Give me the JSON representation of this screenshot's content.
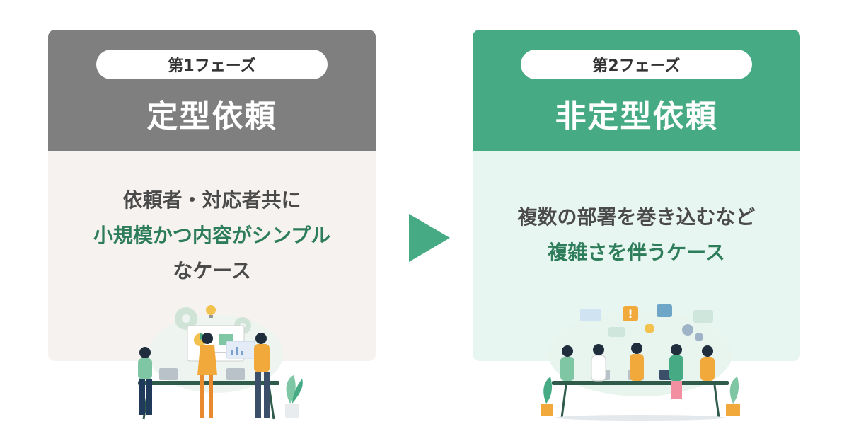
{
  "phase1": {
    "badge": "第1フェーズ",
    "title": "定型依頼",
    "line1": "依頼者・対応者共に",
    "line2": "小規模かつ内容がシンプル",
    "line3": "なケース"
  },
  "phase2": {
    "badge": "第2フェーズ",
    "title": "非定型依頼",
    "line1": "複数の部署を巻き込むなど",
    "line2": "複雑さを伴うケース"
  },
  "colors": {
    "gray_header": "#7f7f7f",
    "green_header": "#46ab84",
    "left_body": "#f6f2ef",
    "right_body": "#e8f6f1",
    "highlight_text": "#2e7d5a"
  }
}
